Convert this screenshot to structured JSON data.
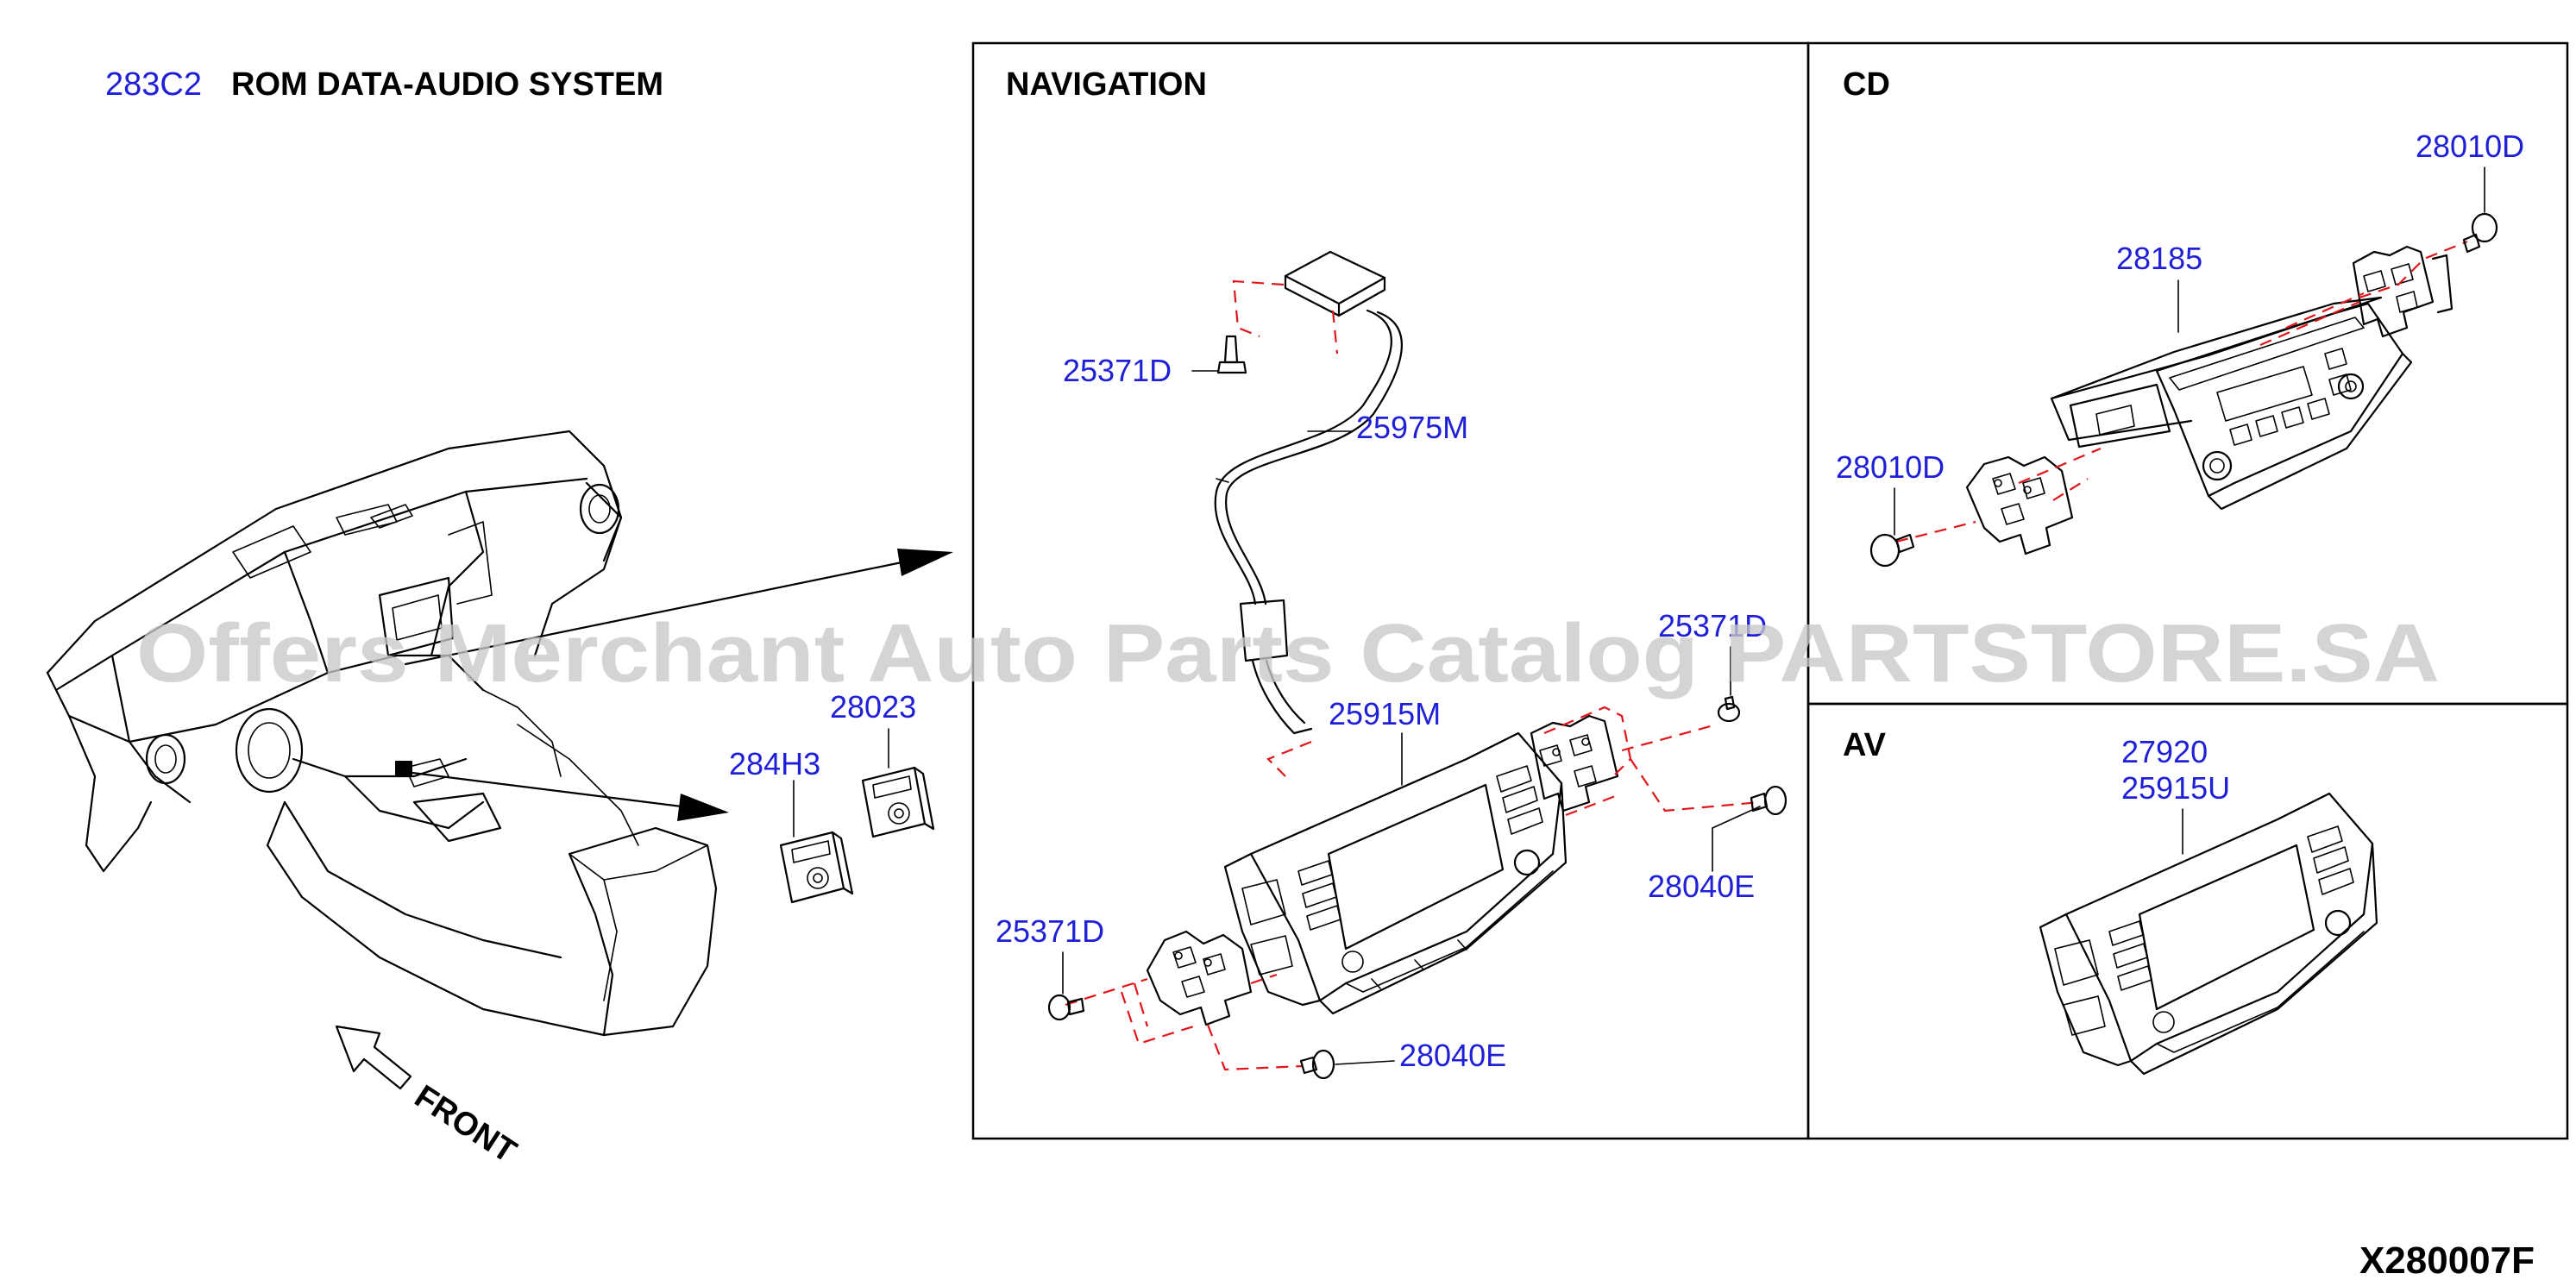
{
  "diagram": {
    "section_code": "283C2",
    "section_title": "ROM DATA-AUDIO SYSTEM",
    "panels": {
      "navigation": "NAVIGATION",
      "cd": "CD",
      "av": "AV"
    },
    "front_label": "FRONT",
    "diagram_code": "X280007F",
    "watermark": "Offers Merchant Auto Parts Catalog PARTSTORE.SA",
    "parts": {
      "p284H3": "284H3",
      "p28023": "28023",
      "p25371D_top": "25371D",
      "p25975M": "25975M",
      "p25915M": "25915M",
      "p25371D_right": "25371D",
      "p28040E_right": "28040E",
      "p25371D_left": "25371D",
      "p28040E_bottom": "28040E",
      "p28010D_top": "28010D",
      "p28185": "28185",
      "p28010D_left": "28010D",
      "p27920": "27920",
      "p25915U": "25915U"
    },
    "colors": {
      "part_number": "#1f1fd8",
      "dashed_line": "#e0161a",
      "watermark": "#c8c8c8"
    }
  }
}
